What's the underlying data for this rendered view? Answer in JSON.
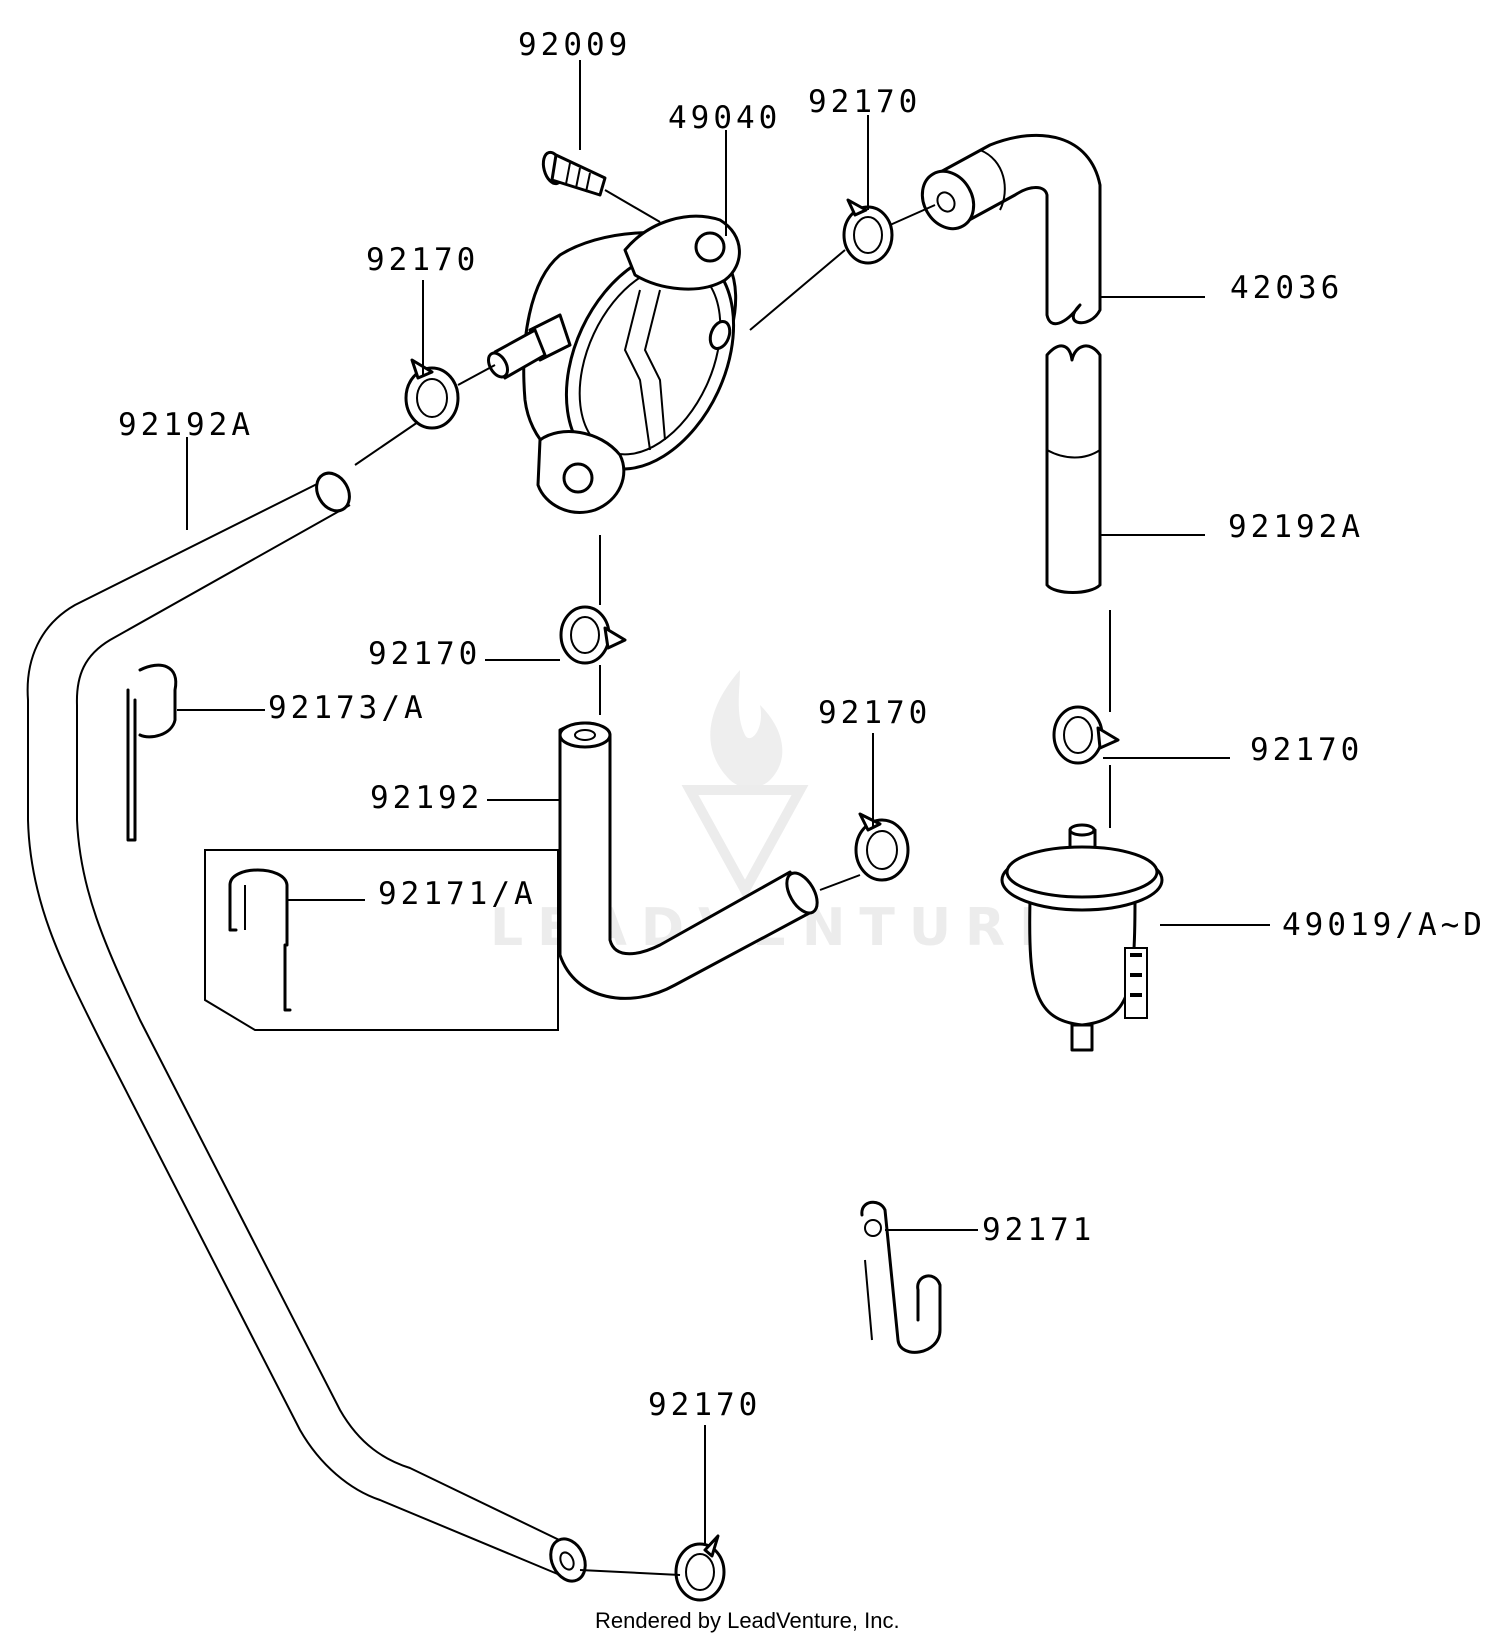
{
  "diagram": {
    "callouts": {
      "p92009": "92009",
      "p49040": "49040",
      "p92170_top": "92170",
      "p92170_left": "92170",
      "p42036": "42036",
      "p92192A_left": "92192A",
      "p92192A_right": "92192A",
      "p92170_mid": "92170",
      "p92173A": "92173/A",
      "p92170_center": "92170",
      "p92170_right": "92170",
      "p92192": "92192",
      "p92171A": "92171/A",
      "p49019": "49019/A~D",
      "p92171": "92171",
      "p92170_bottom": "92170"
    },
    "watermark": "LEADVENTURE",
    "credit": "Rendered by LeadVenture, Inc."
  }
}
